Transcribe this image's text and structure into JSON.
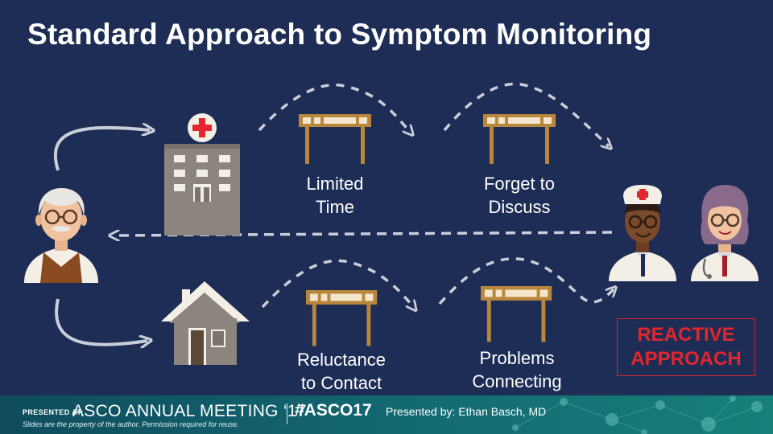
{
  "title": "Standard Approach to Symptom Monitoring",
  "barriers": {
    "limited_time": [
      "Limited",
      "Time"
    ],
    "forget_to_discuss": [
      "Forget to",
      "Discuss"
    ],
    "reluctance_to_contact": [
      "Reluctance",
      "to Contact"
    ],
    "problems_connecting": [
      "Problems",
      "Connecting"
    ]
  },
  "reactive_label": [
    "REACTIVE",
    "APPROACH"
  ],
  "footer": {
    "presented_at": "PRESENTED AT:",
    "meeting": "ASCO ANNUAL MEETING ‘17",
    "hashtag": "#ASCO17",
    "presenter": "Presented by: Ethan Basch, MD",
    "disclaimer": "Slides are the property of the author. Permission required for reuse."
  },
  "icons": [
    "patient-icon",
    "hospital-icon",
    "home-icon",
    "hurdle-icon",
    "nurse-icon",
    "doctor-icon"
  ],
  "colors": {
    "background": "#1d2d55",
    "accent_red": "#e3262e",
    "hurdle": "#b8873b",
    "arrows": "#c9ced8",
    "footer": "#136a73"
  }
}
